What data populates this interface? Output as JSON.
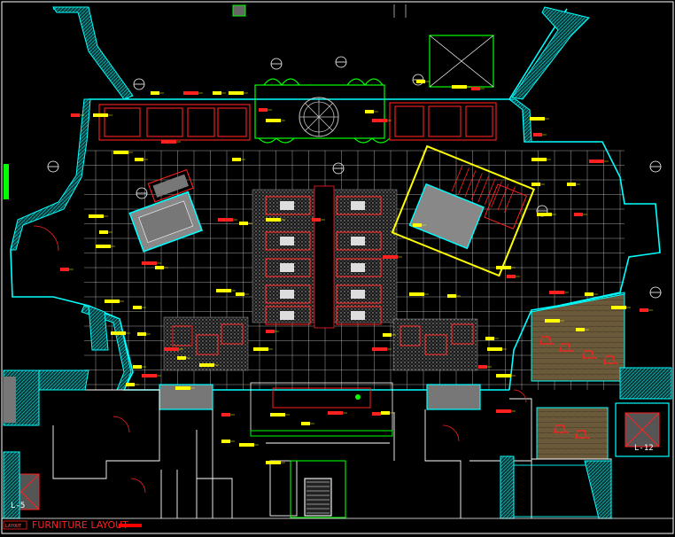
{
  "drawing": {
    "title": "FURNITURE LAYOUT",
    "sheet_code": "LAYOUT",
    "lift_left": "L-5",
    "lift_right": "L-12"
  },
  "colors": {
    "background": "#000000",
    "grid": "#ffffff",
    "wall": "#00ffff",
    "furniture": "#ff2020",
    "tag": "#ffff00",
    "outline_green": "#00ff00",
    "magenta": "#ff00ff",
    "hatch": "#8a8a8a",
    "stair_yellow": "#ffff00"
  }
}
